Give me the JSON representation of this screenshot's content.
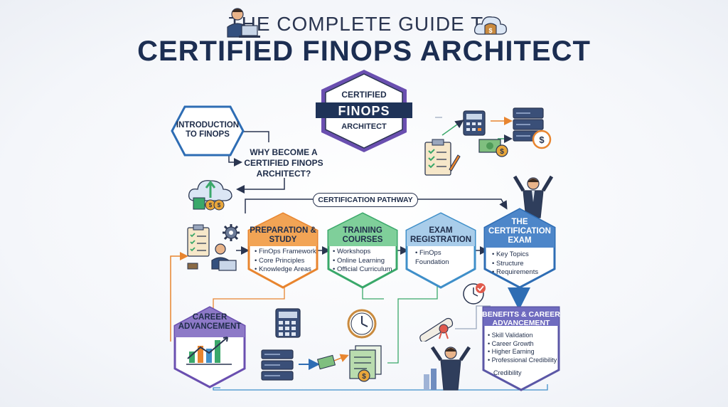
{
  "title": {
    "line1": "THE COMPLETE GUIDE TO",
    "line2": "CERTIFIED FINOPS ARCHITECT"
  },
  "badge": {
    "top": "CERTIFIED",
    "middle": "FINOPS",
    "bottom": "ARCHITECT"
  },
  "intro": {
    "line1": "INTRODUCTION",
    "line2": "TO FINOPS"
  },
  "why": {
    "line1": "WHY BECOME A",
    "line2": "CERTIFIED FINOPS",
    "line3": "ARCHITECT?"
  },
  "pathway_label": "CERTIFICATION PATHWAY",
  "steps": [
    {
      "title1": "PREPARATION &",
      "title2": "STUDY",
      "bullets": [
        "FinOps Framework",
        "Core Principles",
        "Knowledge Areas"
      ],
      "color": "#e8852f"
    },
    {
      "title1": "TRAINING",
      "title2": "COURSES",
      "bullets": [
        "Workshops",
        "Online Learning",
        "Official Curriculum"
      ],
      "color": "#3aa86a"
    },
    {
      "title1": "EXAM",
      "title2": "REGISTRATION",
      "bullets": [
        "FinOps Foundation"
      ],
      "color": "#3f8fc9"
    },
    {
      "title1": "THE",
      "title2": "CERTIFICATION",
      "title3": "EXAM",
      "bullets": [
        "Key Topics",
        "Structure",
        "Requirements"
      ],
      "color": "#2e6db4"
    }
  ],
  "career": {
    "line1": "CAREER",
    "line2": "ADVANCEMENT",
    "color": "#6a4fb0"
  },
  "benefits": {
    "line1": "BENEFITS & CAREER",
    "line2": "ADVANCEMENT",
    "bullets": [
      "Skill Validation",
      "Career Growth",
      "Higher Earning",
      "Professional Credibility"
    ],
    "extra": "Credibility",
    "color": "#5b57a6"
  },
  "icons": [
    "person-laptop-icon",
    "cloud-money-icon",
    "calculator-icon",
    "checklist-icon",
    "server-icon",
    "dollar-coin-icon",
    "cloud-upload-icon",
    "gear-icon",
    "clock-icon",
    "diploma-icon",
    "growth-chart-icon",
    "celebrating-person-icon",
    "documents-icon",
    "checkmark-clock-icon"
  ]
}
